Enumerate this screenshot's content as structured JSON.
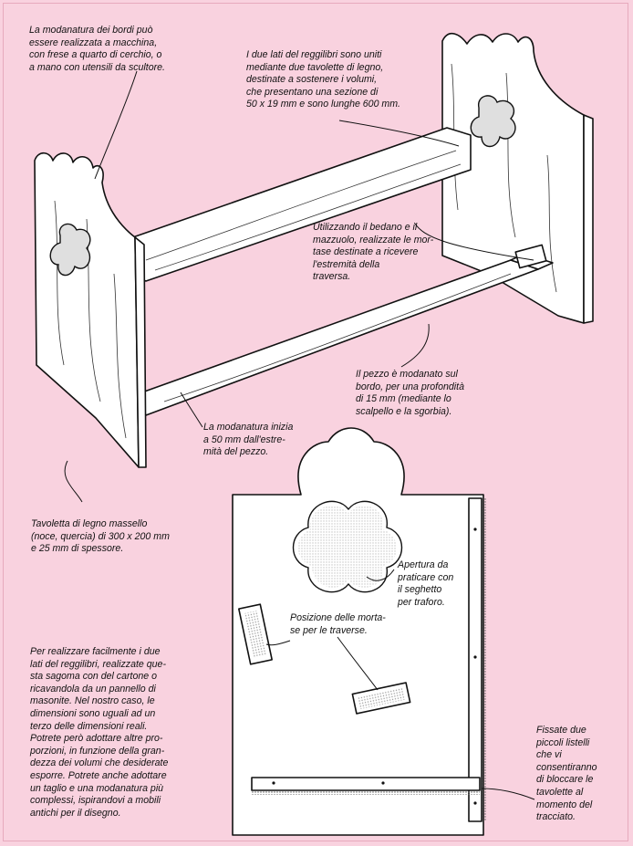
{
  "captions": {
    "edge_molding": "La modanatura dei bordi può\nessere realizzata a macchina,\ncon frese a quarto di cerchio, o\na mano con utensili da scultore.",
    "sides_joined": "I due lati del reggilibri sono uniti\nmediante due tavolette di legno,\ndestinate a sostenere i volumi,\nche presentano una sezione di\n50 x 19 mm e sono lunghe 600 mm.",
    "mortise": "Utilizzando il bedano e il\nmazzuolo, realizzate le mor-\ntase destinate a ricevere\nl'estremità della\ntraversa.",
    "molded_depth": "Il pezzo è modanato sul\nbordo, per una profondità\ndi 15 mm (mediante lo\nscalpello e la sgorbia).",
    "molding_start": "La modanatura inizia\na 50 mm dall'estre-\nmità del pezzo.",
    "solid_board": "Tavoletta di legno massello\n(noce, quercia) di 300 x 200 mm\ne 25 mm di spessore.",
    "opening": "Apertura da\npraticare con\nil seghetto\nper traforo.",
    "mortise_position": "Posizione delle morta-\nse per le traverse.",
    "template_text": "Per realizzare facilmente i due\nlati del reggilibri, realizzate que-\nsta sagoma con del cartone o\nricavandola da un pannello di\nmasonite. Nel nostro caso, le\ndimensioni sono uguali ad un\nterzo delle dimensioni reali.\nPotrete però adottare altre pro-\nporzioni, in funzione della gran-\ndezza dei volumi che desiderate\nesporre. Potrete anche adottare\nun taglio e una modanatura più\ncomplessi, ispirandovi a mobili\nantichi per il disegno.",
    "battens": "Fissate due\npiccoli listelli\nche vi\nconsentiranno\ndi bloccare le\ntavolette al\nmomento del\ntracciato."
  }
}
